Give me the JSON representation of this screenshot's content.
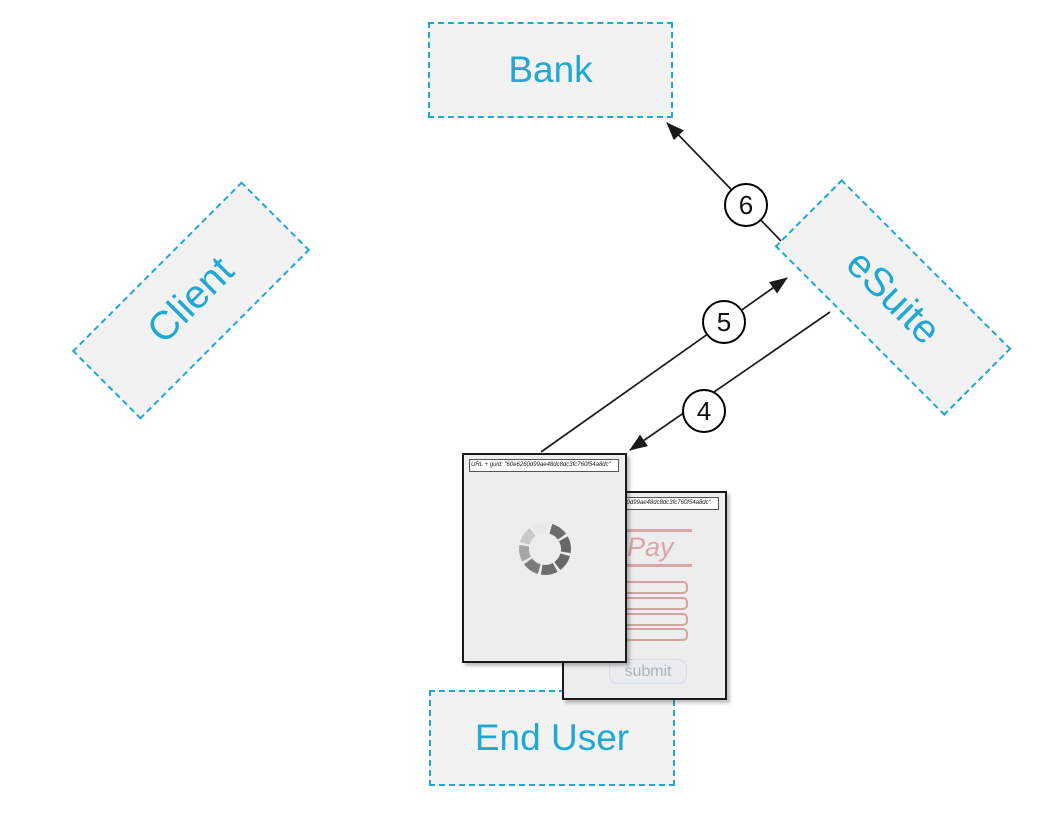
{
  "diagram": {
    "nodes": {
      "bank": {
        "label": "Bank"
      },
      "client": {
        "label": "Client"
      },
      "esuite": {
        "label": "eSuite"
      },
      "end_user": {
        "label": "End User"
      }
    },
    "steps": [
      {
        "label": "6",
        "from": "eSuite",
        "to": "Bank"
      },
      {
        "label": "5",
        "from": "browser-page",
        "to": "eSuite"
      },
      {
        "label": "4",
        "from": "eSuite",
        "to": "browser-page"
      }
    ],
    "colors": {
      "accent_cyan": "#1FA8D1",
      "node_fill": "#F2F2F2",
      "page_fill": "#EDEDED",
      "form_pink": "#D9A7A7",
      "arrow_black": "#1a1a1a"
    }
  },
  "browser_pages": {
    "address_text": "URL + guid: \"60e6260d99ae48dc8dc3fc760f54a8dc\"",
    "payment_form": {
      "title": "Pay",
      "fields": [
        "",
        "",
        "",
        ""
      ],
      "submit_label": "submit"
    },
    "loading_page": {
      "state": "loading"
    }
  }
}
